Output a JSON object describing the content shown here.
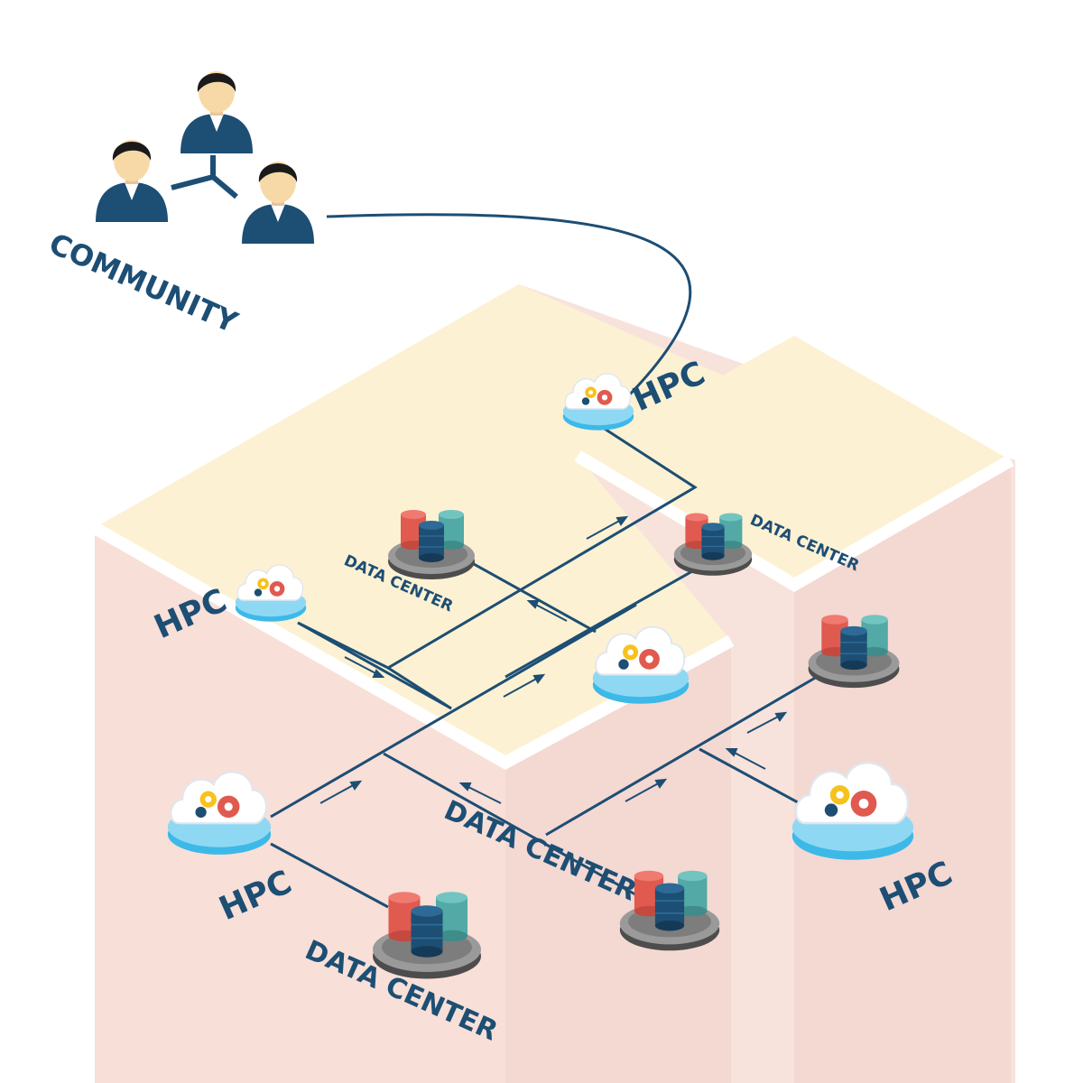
{
  "community": {
    "label": "COMMUNITY"
  },
  "nodes": {
    "hpc_top": {
      "label": "HPC"
    },
    "hpc_left": {
      "label": "HPC"
    },
    "hpc_bottom_left": {
      "label": "HPC"
    },
    "hpc_right": {
      "label": "HPC"
    },
    "dc_upper_left": {
      "label": "DATA CENTER"
    },
    "dc_upper_right": {
      "label": "DATA CENTER"
    },
    "dc_bottom_left": {
      "label": "DATA CENTER"
    },
    "dc_bottom_middle": {
      "label": "DATA CENTER"
    }
  },
  "colors": {
    "line": "#1d4e74",
    "label": "#1d4e74",
    "cloud_base": "#4fc3ec",
    "db_red": "#e05a4f",
    "db_navy": "#1d4e74",
    "db_teal": "#52a9a6",
    "gear_yellow": "#f6c21c",
    "gear_red": "#e05a4f",
    "cube_top": "#fdf1d3",
    "cube_left": "#f7dfd5",
    "cube_right": "#f3d4cf"
  },
  "icons": [
    "people-icon",
    "cloud-gear-icon",
    "database-stack-icon",
    "flow-arrow-icon"
  ]
}
